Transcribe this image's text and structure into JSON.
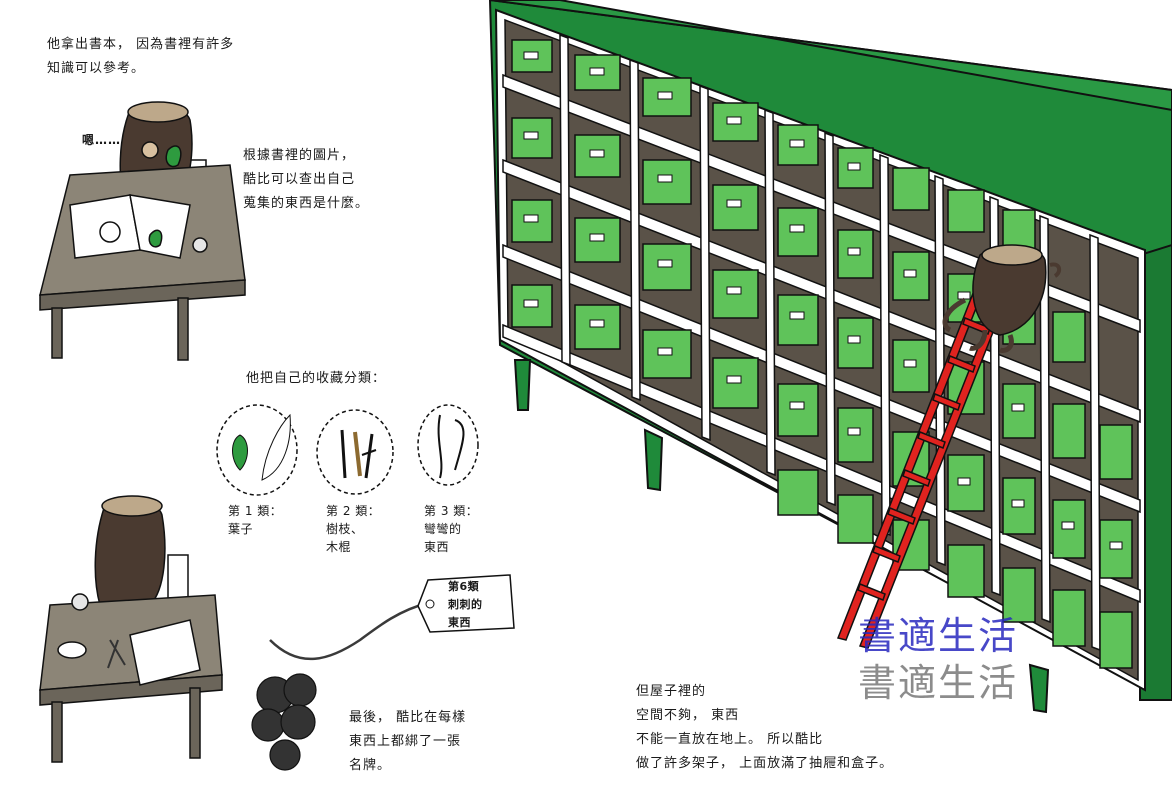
{
  "page": {
    "intro": [
      "他拿出書本， 因為書裡有許多",
      "知識可以參考。"
    ],
    "speech": "嗯……",
    "lookup": [
      "根據書裡的圖片，",
      "酷比可以查出自己",
      "蒐集的東西是什麼。"
    ],
    "classify_intro": "他把自己的收藏分類：",
    "categories": [
      {
        "label_lines": [
          "第 1 類：",
          "葉子"
        ]
      },
      {
        "label_lines": [
          "第 2 類：",
          "樹枝、",
          "木棍"
        ]
      },
      {
        "label_lines": [
          "第 3 類：",
          "彎彎的",
          "東西"
        ]
      }
    ],
    "tag_lines": [
      "第6類",
      "刺刺的",
      "東西"
    ],
    "label_text": [
      "最後， 酷比在每樣",
      "東西上都綁了一張",
      "名牌。"
    ],
    "closing": [
      "但屋子裡的",
      "空間不夠， 東西",
      "不能一直放在地上。 所以酷比",
      "做了許多架子， 上面放滿了抽屜和盒子。"
    ],
    "watermark": [
      "書適生活",
      "書適生活"
    ]
  },
  "colors": {
    "shelf_green": "#1f8a3a",
    "box_green": "#5fc35a",
    "ladder_red": "#e0231f",
    "desk_gray": "#8c8577",
    "character_brown": "#4a3a30"
  },
  "icons": [
    "leaf-icon",
    "twig-icon",
    "curly-icon",
    "name-tag-icon",
    "ladder-icon",
    "shelf-icon"
  ]
}
